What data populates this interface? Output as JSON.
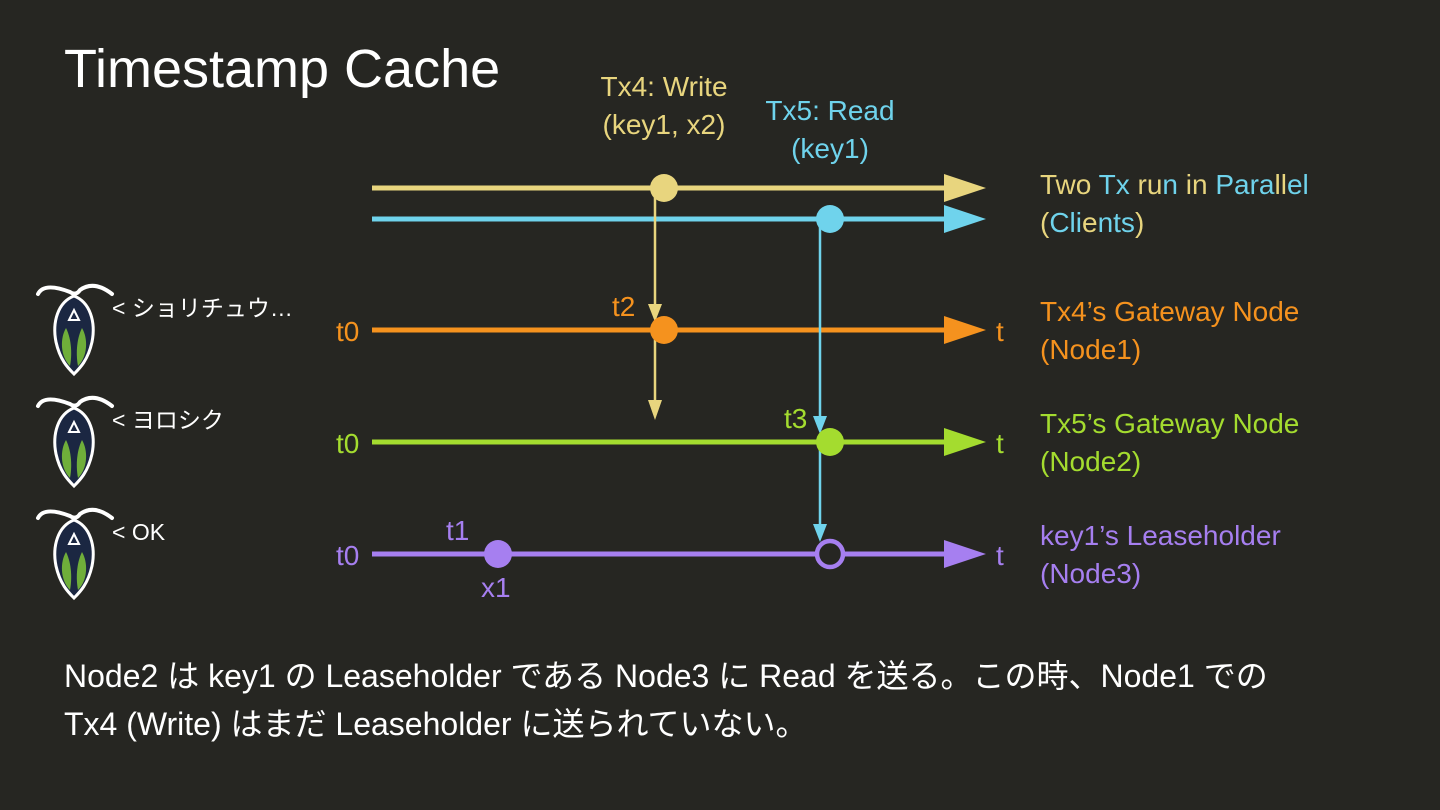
{
  "title": "Timestamp Cache",
  "colors": {
    "background": "#262622",
    "tx4": "#e8d57e",
    "tx5": "#6fd3ec",
    "node1": "#f5921e",
    "node2": "#a4dc2f",
    "node3": "#a67ff0",
    "mascot_line": "#ffffff",
    "mascot_fill": "#1b2742",
    "mascot_leaf": "#6fae3a"
  },
  "mascots": [
    {
      "text": "< ショリチュウ…"
    },
    {
      "text": "< ヨロシク"
    },
    {
      "text": "< OK"
    }
  ],
  "transactions": {
    "tx4": {
      "line1": "Tx4: Write",
      "line2": "(key1, x2)"
    },
    "tx5": {
      "line1": "Tx5: Read",
      "line2": "(key1)"
    }
  },
  "rows": {
    "clients": {
      "label_parts": [
        {
          "text": "Two ",
          "color": "tx4"
        },
        {
          "text": "Tx ",
          "color": "tx5"
        },
        {
          "text": "ru",
          "color": "tx4"
        },
        {
          "text": "n ",
          "color": "tx5"
        },
        {
          "text": "in ",
          "color": "tx4"
        },
        {
          "text": "Para",
          "color": "tx5"
        },
        {
          "text": "ll",
          "color": "tx4"
        },
        {
          "text": "el",
          "color": "tx5"
        }
      ],
      "label2_parts": [
        {
          "text": "(",
          "color": "tx4"
        },
        {
          "text": "Cli",
          "color": "tx5"
        },
        {
          "text": "e",
          "color": "tx4"
        },
        {
          "text": "nts",
          "color": "tx5"
        },
        {
          "text": ")",
          "color": "tx4"
        }
      ]
    },
    "node1": {
      "start": "t0",
      "end": "t",
      "event": "t2",
      "label1": "Tx4’s Gateway Node",
      "label2": "(Node1)"
    },
    "node2": {
      "start": "t0",
      "end": "t",
      "event": "t3",
      "label1": "Tx5’s Gateway Node",
      "label2": "(Node2)"
    },
    "node3": {
      "start": "t0",
      "end": "t",
      "event": "t1",
      "value": "x1",
      "label1": "key1’s Leaseholder",
      "label2": "(Node3)"
    }
  },
  "caption": {
    "line1": "Node2 は key1 の Leaseholder である Node3 に Read を送る。この時、Node1 での",
    "line2": "Tx4 (Write) はまだ Leaseholder に送られていない。"
  }
}
